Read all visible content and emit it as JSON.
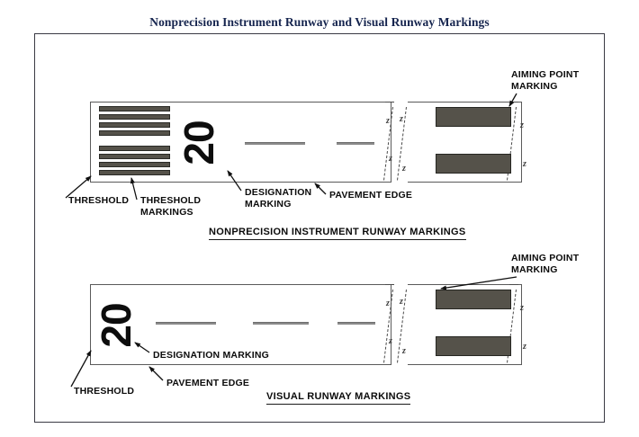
{
  "document": {
    "title": "Nonprecision Instrument Runway and Visual Runway Markings"
  },
  "diagrams": [
    {
      "id": "nonprecision-instrument-runway",
      "caption": "NONPRECISION INSTRUMENT RUNWAY MARKINGS",
      "designation_number": "20",
      "threshold_marking_bars": 8,
      "threshold_bar_groups": 2,
      "aiming_point_marking_count": 2,
      "centerline_dash_count": 2,
      "labels": {
        "threshold": "THRESHOLD",
        "threshold_markings": "THRESHOLD\nMARKINGS",
        "designation_marking": "DESIGNATION\nMARKING",
        "pavement_edge": "PAVEMENT EDGE",
        "aiming_point_marking": "AIMING POINT\nMARKING"
      }
    },
    {
      "id": "visual-runway",
      "caption": "VISUAL RUNWAY MARKINGS",
      "designation_number": "20",
      "threshold_marking_bars": 0,
      "threshold_bar_groups": 0,
      "aiming_point_marking_count": 2,
      "centerline_dash_count": 3,
      "labels": {
        "threshold": "THRESHOLD",
        "designation_marking": "DESIGNATION MARKING",
        "pavement_edge": "PAVEMENT EDGE",
        "aiming_point_marking": "AIMING POINT\nMARKING"
      }
    }
  ],
  "symbols": {
    "break_line_mark": "z"
  },
  "colors": {
    "title_text": "#15244e",
    "frame_border": "#3a3a44",
    "pavement_outline": "#5a5a5a",
    "marking_fill": "#55524a",
    "marking_border": "#262622",
    "centerline": "#8a8a8a",
    "label_text": "#0b0b0b",
    "background": "#ffffff"
  }
}
